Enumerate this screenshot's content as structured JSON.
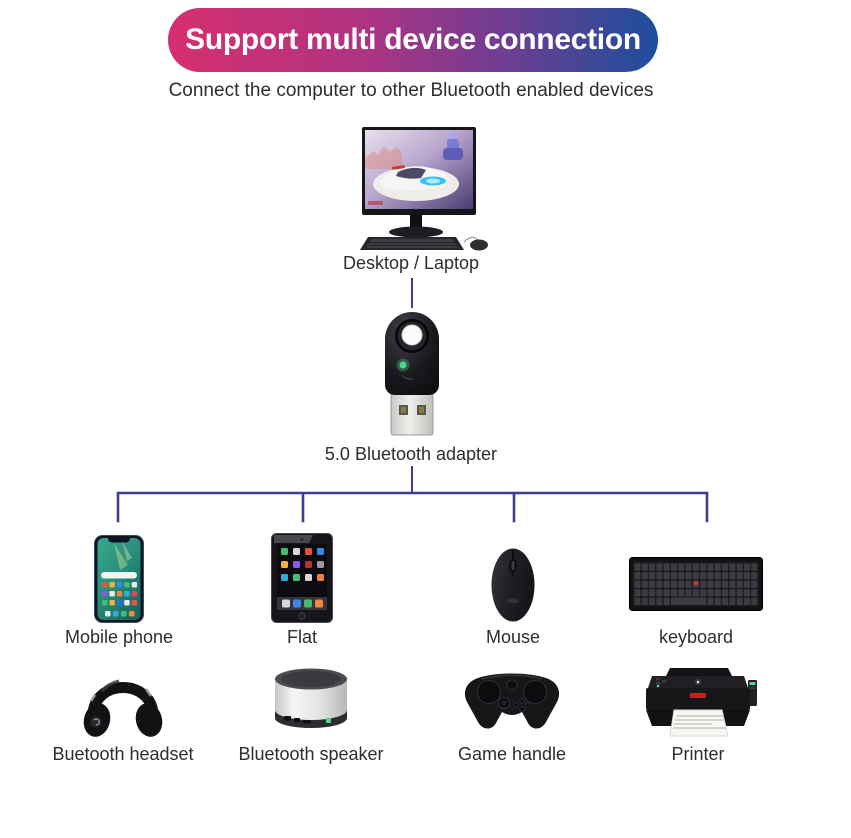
{
  "banner": {
    "title": "Support multi device connection",
    "gradient_left": "#d62f6f",
    "gradient_right": "#1d4e9b",
    "text_color": "#ffffff"
  },
  "subtitle": "Connect the computer to other Bluetooth enabled devices",
  "diagram": {
    "connector_color": "#3c3f8e",
    "source": {
      "label": "Desktop / Laptop",
      "icon": "desktop-computer-icon"
    },
    "hub": {
      "label": "5.0 Bluetooth adapter",
      "icon": "usb-bluetooth-adapter-icon",
      "led_color": "#49d98c"
    },
    "devices_row1": [
      {
        "label": "Mobile phone",
        "icon": "smartphone-icon"
      },
      {
        "label": "Flat",
        "icon": "tablet-icon"
      },
      {
        "label": "Mouse",
        "icon": "mouse-icon"
      },
      {
        "label": "keyboard",
        "icon": "keyboard-icon"
      }
    ],
    "devices_row2": [
      {
        "label": "Buetooth headset",
        "icon": "headphones-icon"
      },
      {
        "label": "Bluetooth speaker",
        "icon": "speaker-icon"
      },
      {
        "label": "Game handle",
        "icon": "game-controller-icon"
      },
      {
        "label": "Printer",
        "icon": "printer-icon"
      }
    ]
  }
}
